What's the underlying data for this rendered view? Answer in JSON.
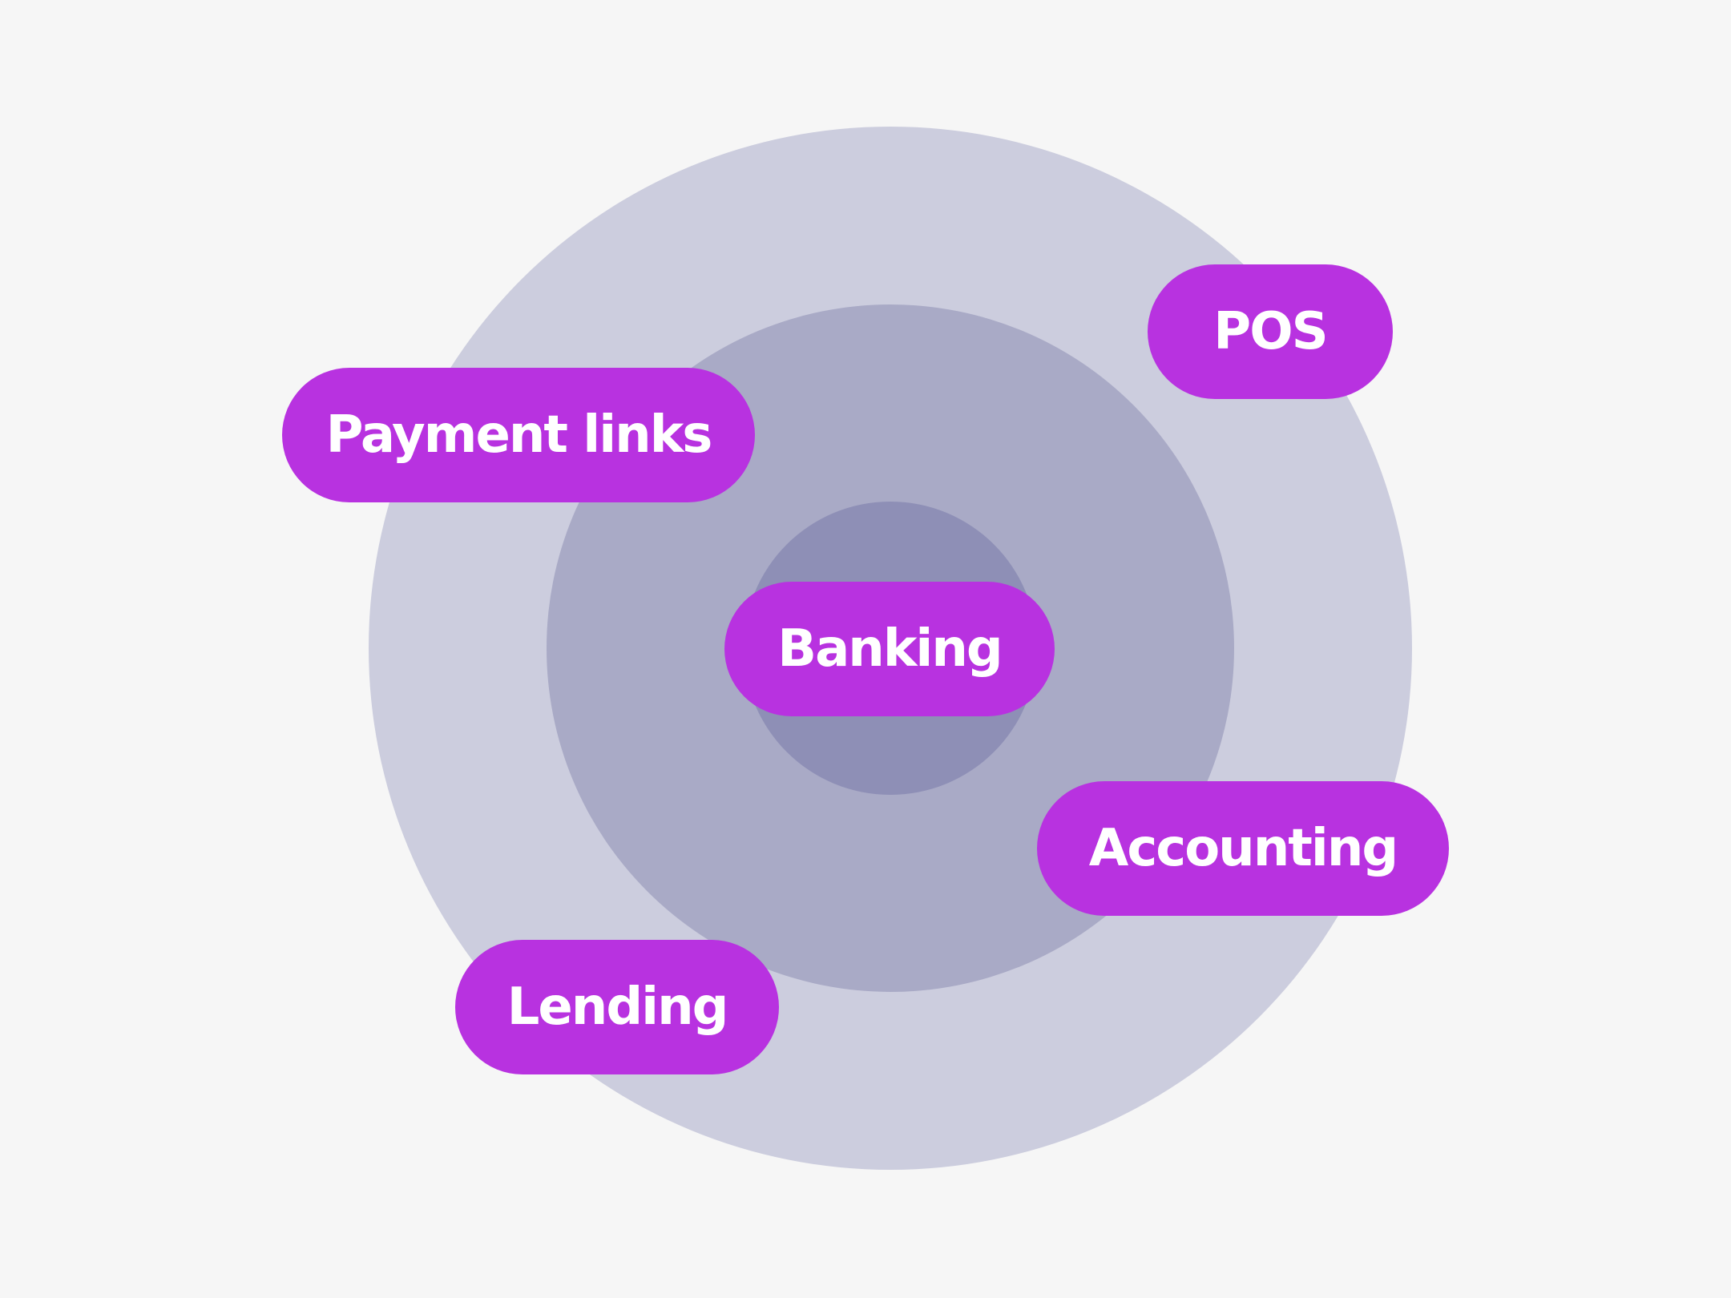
{
  "background_color": "#f6f6f6",
  "rings": {
    "outer_color": "#cccdde",
    "middle_color": "#a9aac6",
    "inner_color": "#8e8fb6"
  },
  "pill_color": "#b832e0",
  "labels": {
    "payment_links": "Payment links",
    "pos": "POS",
    "banking": "Banking",
    "accounting": "Accounting",
    "lending": "Lending"
  }
}
